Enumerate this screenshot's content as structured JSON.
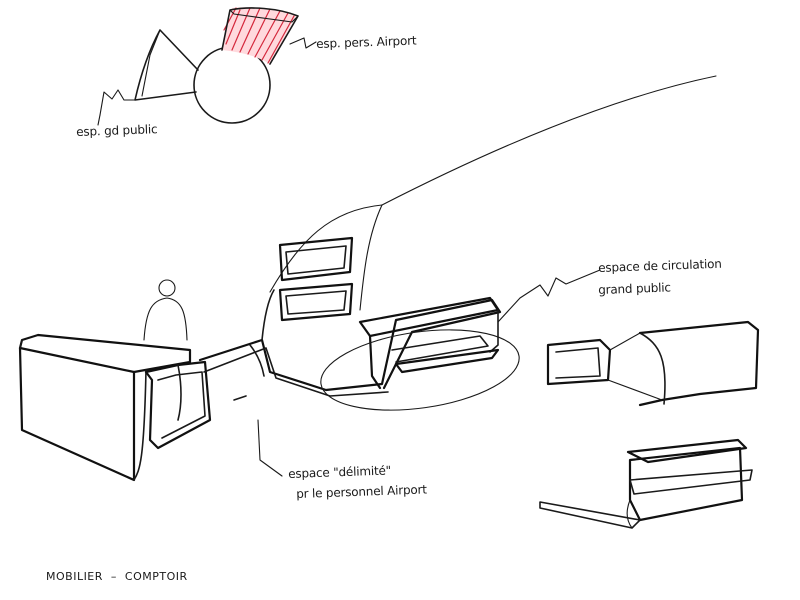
{
  "labels": {
    "airport_staff_space": "esp. pers. Airport",
    "public_space": "esp. gd public",
    "circulation_line1": "espace de circulation",
    "circulation_line2": "grand public",
    "delimited_line1": "espace \"délimité\"",
    "delimited_line2": "pr le personnel Airport"
  },
  "caption": {
    "part1": "MOBILIER",
    "separator": "–",
    "part2": "COMPTOIR"
  },
  "colors": {
    "ink": "#1a1a1a",
    "highlight": "#d4283c"
  }
}
